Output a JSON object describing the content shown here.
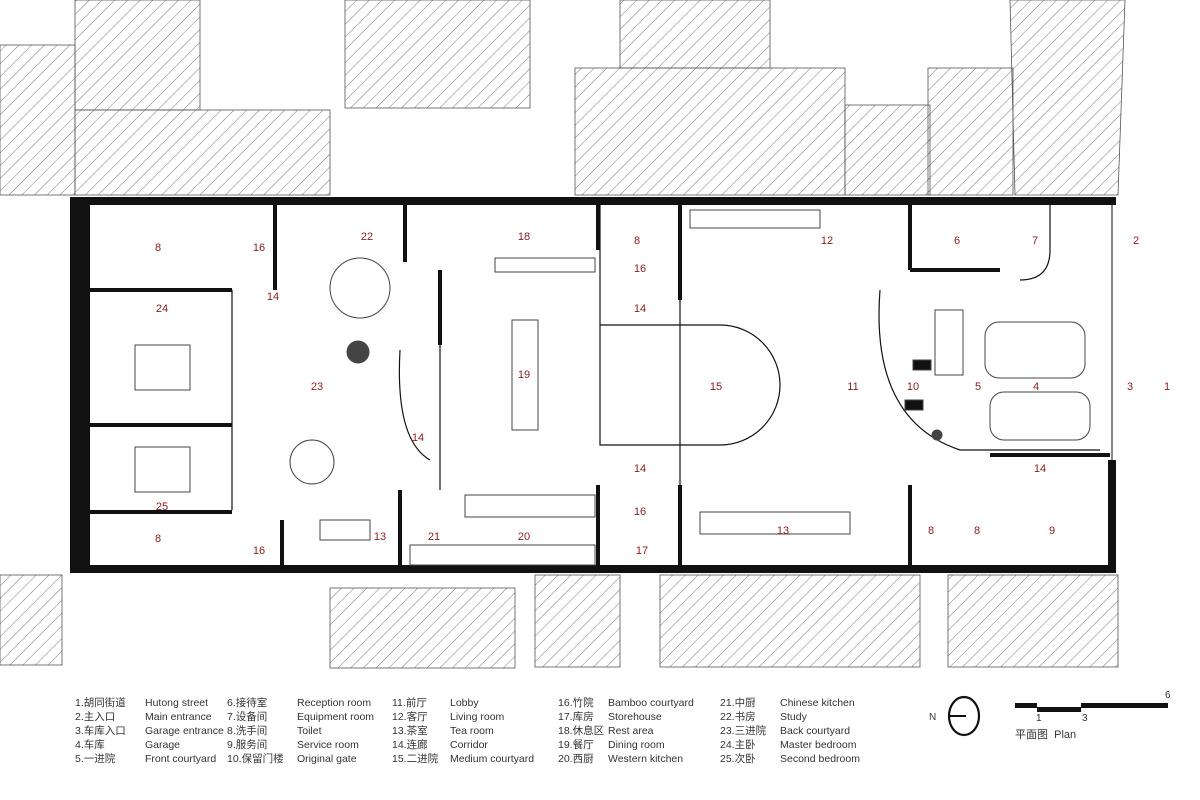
{
  "plan_labels": [
    "8",
    "16",
    "22",
    "18",
    "8",
    "16",
    "12",
    "6",
    "7",
    "2",
    "24",
    "14",
    "14",
    "19",
    "15",
    "11",
    "10",
    "5",
    "4",
    "3",
    "1",
    "23",
    "14",
    "14",
    "14",
    "25",
    "16",
    "13",
    "9",
    "8",
    "8",
    "8",
    "16",
    "13",
    "21",
    "20",
    "17"
  ],
  "legend": [
    [
      {
        "num": "1.胡同街道",
        "en": "Hutong street"
      },
      {
        "num": "2.主入口",
        "en": "Main entrance"
      },
      {
        "num": "3.车库入口",
        "en": "Garage entrance"
      },
      {
        "num": "4.车库",
        "en": "Garage"
      },
      {
        "num": "5.一进院",
        "en": "Front courtyard"
      }
    ],
    [
      {
        "num": "6.接待室",
        "en": "Reception room"
      },
      {
        "num": "7.设备间",
        "en": "Equipment room"
      },
      {
        "num": "8.洗手间",
        "en": "Toilet"
      },
      {
        "num": "9.服务间",
        "en": "Service room"
      },
      {
        "num": "10.保留门楼",
        "en": "Original gate"
      }
    ],
    [
      {
        "num": "11.前厅",
        "en": "Lobby"
      },
      {
        "num": "12.客厅",
        "en": "Living room"
      },
      {
        "num": "13.茶室",
        "en": "Tea room"
      },
      {
        "num": "14.连廊",
        "en": "Corridor"
      },
      {
        "num": "15.二进院",
        "en": "Medium courtyard"
      }
    ],
    [
      {
        "num": "16.竹院",
        "en": "Bamboo courtyard"
      },
      {
        "num": "17.库房",
        "en": "Storehouse"
      },
      {
        "num": "18.休息区",
        "en": "Rest area"
      },
      {
        "num": "19.餐厅",
        "en": "Dining room"
      },
      {
        "num": "20.西厨",
        "en": "Western kitchen"
      }
    ],
    [
      {
        "num": "21.中厨",
        "en": "Chinese kitchen"
      },
      {
        "num": "22.书房",
        "en": "Study"
      },
      {
        "num": "23.三进院",
        "en": "Back courtyard"
      },
      {
        "num": "24.主卧",
        "en": "Master bedroom"
      },
      {
        "num": "25.次卧",
        "en": "Second bedroom"
      }
    ]
  ],
  "north": {
    "label": "N"
  },
  "scale": {
    "ticks": [
      "1",
      "3",
      "6"
    ],
    "title": "平面图  Plan"
  },
  "colors": {
    "wall": "#111111",
    "label": "#8a1c1c",
    "hatch": "#555555"
  }
}
